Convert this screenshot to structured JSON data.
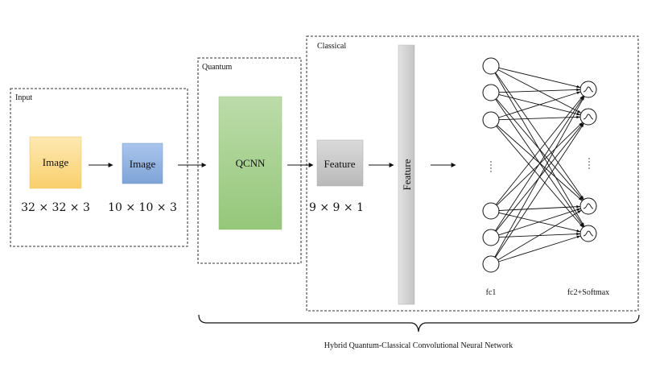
{
  "panels": {
    "input_label": "Input",
    "quantum_label": "Quantum",
    "classical_label": "Classical"
  },
  "boxes": {
    "image1": "Image",
    "image2": "Image",
    "qcnn": "QCNN",
    "feature_box": "Feature",
    "feature_bar": "Feature"
  },
  "dims": {
    "input1": "32 × 32 × 3",
    "input2": "10 × 10 × 3",
    "feature": "9 × 9 × 1"
  },
  "layers": {
    "fc1": "fc1",
    "fc2": "fc2+Softmax"
  },
  "caption": "Hybrid Quantum-Classical Convolutional Neural Network",
  "colors": {
    "image1_fill": "#fbd880",
    "image2_fill": "#8fb2e0",
    "qcnn_fill": "#a7d08c",
    "feature_fill": "#c9c9c9"
  }
}
